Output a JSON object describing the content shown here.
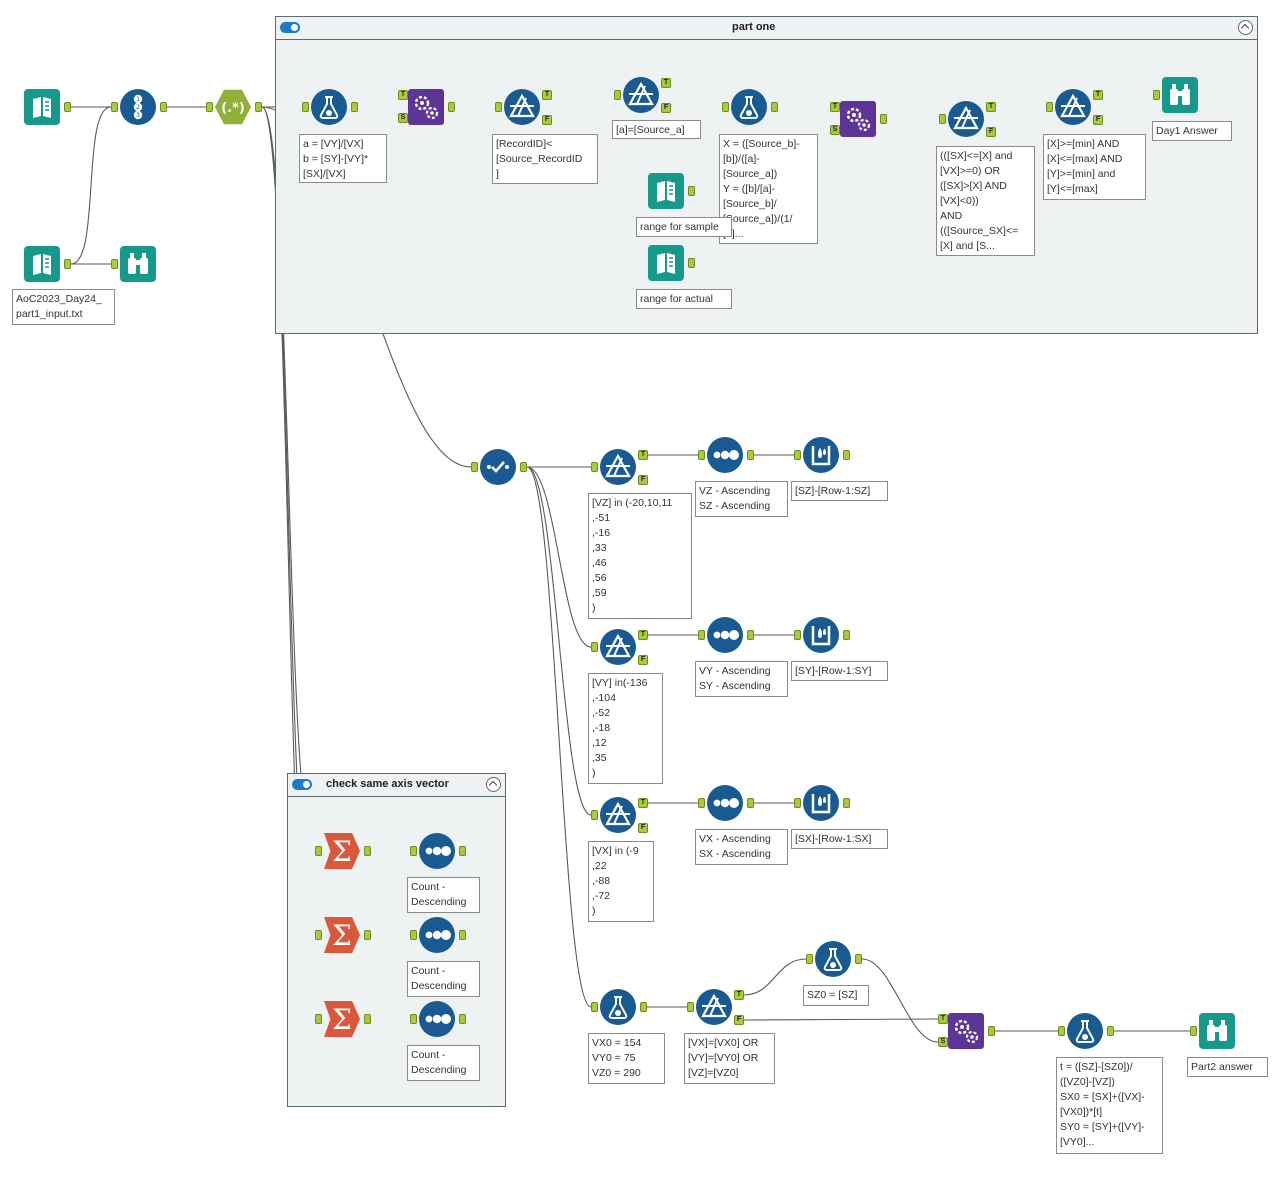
{
  "containers": {
    "part_one": {
      "title": "part one"
    },
    "check_axis": {
      "title": "check same axis vector"
    }
  },
  "notes": {
    "input_file": "AoC2023_Day24_\npart1_input.txt",
    "formula_ab": "a = [VY]/[VX]\nb = [SY]-[VY]*\n[SX]/[VX]",
    "filter_recordid": "[RecordID]<\n[Source_RecordID\n]",
    "filter_a": "[a]=[Source_a]",
    "formula_xy": "X = ([Source_b]-\n[b])/([a]-\n[Source_a])\nY = ([b]/[a]-\n[Source_b]/\n[Source_a])/(1/\n[a]...",
    "range_sample": "range for sample",
    "range_actual": "range for actual",
    "filter_sx": "(([SX]<=[X] and\n[VX]>=0) OR\n([SX]>[X] AND\n[VX]<0))\nAND\n(([Source_SX]<=\n[X] and [S...",
    "filter_minmax": "[X]>=[min] AND\n[X]<=[max] AND\n[Y]>=[min] and\n[Y]<=[max]",
    "browse_day1": "Day1 Answer",
    "filter_vz": "[VZ] in (-20,10,11\n,-51\n,-16\n,33\n,46\n,56\n,59\n)",
    "sort_vz": "VZ - Ascending\nSZ - Ascending",
    "multirow_sz": "[SZ]-[Row-1:SZ]",
    "filter_vy": "[VY] in(-136\n,-104\n,-52\n,-18\n,12\n,35\n)",
    "sort_vy": "VY - Ascending\nSY - Ascending",
    "multirow_sy": "[SY]-[Row-1:SY]",
    "filter_vx": "[VX] in (-9\n,22\n,-88\n,-72\n)",
    "sort_vx": "VX - Ascending\nSX - Ascending",
    "multirow_sx": "[SX]-[Row-1:SX]",
    "formula_v0": "VX0 = 154\nVY0 = 75\nVZ0 = 290",
    "filter_v0": "[VX]=[VX0] OR\n[VY]=[VY0] OR\n[VZ]=[VZ0]",
    "formula_sz0": "SZ0 = [SZ]",
    "formula_t": "t = ([SZ]-[SZ0])/\n([VZ0]-[VZ])\nSX0 = [SX]+([VX]-\n[VX0])*[t]\nSY0 = [SY]+([VY]-\n[VY0]...",
    "browse_part2": "Part2 answer",
    "count_1": "Count -\nDescending",
    "count_2": "Count -\nDescending",
    "count_3": "Count -\nDescending"
  },
  "anchor_labels": {
    "true": "T",
    "false": "F",
    "source": "S"
  },
  "icons": {
    "input": "book-icon",
    "browse": "binoculars-icon",
    "recordid": "record-id-icon",
    "regex": "regex-icon",
    "formula": "flask-icon",
    "join": "gear-join-icon",
    "filter": "filter-icon",
    "sort": "sort-icon",
    "multirow": "multi-row-formula-icon",
    "select": "select-checkmark-icon",
    "summarize": "sigma-icon"
  },
  "colors": {
    "teal": "#16998a",
    "blue": "#1a5a92",
    "purple": "#5c3596",
    "green": "#8fb13a",
    "orange": "#d9573b",
    "anchor": "#a6cc3c"
  }
}
